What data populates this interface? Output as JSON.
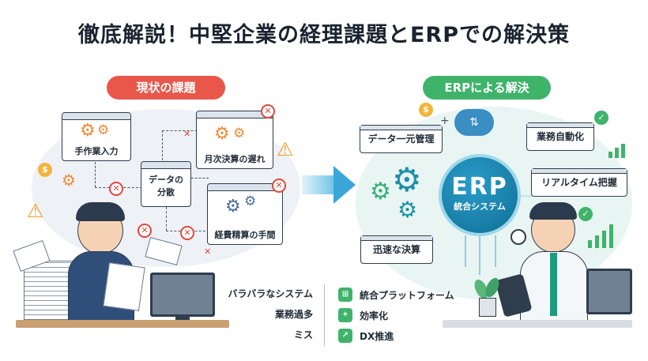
{
  "title": "徹底解説！中堅企業の経理課題とERPでの解決策",
  "left": {
    "heading": "現状の課題",
    "windows": [
      "手作業入力",
      "月次決算の遅れ",
      "データの分散",
      "経費精算の手間"
    ],
    "data_window_line1": "データの",
    "data_window_line2": "分散",
    "list": [
      "バラバラなシステム",
      "業務過多",
      "ミス"
    ]
  },
  "right": {
    "heading": "ERPによる解決",
    "erp_big": "ERP",
    "erp_small": "統合システム",
    "boxes": [
      "データ一元管理",
      "業務自動化",
      "リアルタイム把握",
      "迅速な決算"
    ],
    "list": [
      "統合プラットフォーム",
      "効率化",
      "DX推進"
    ]
  },
  "icons": {
    "left_list": "none",
    "right_list": [
      "platform-icon",
      "efficiency-icon",
      "dx-icon"
    ]
  },
  "colors": {
    "problem": "#e8574a",
    "solution": "#3fb36a",
    "erp": "#1a86b3"
  }
}
